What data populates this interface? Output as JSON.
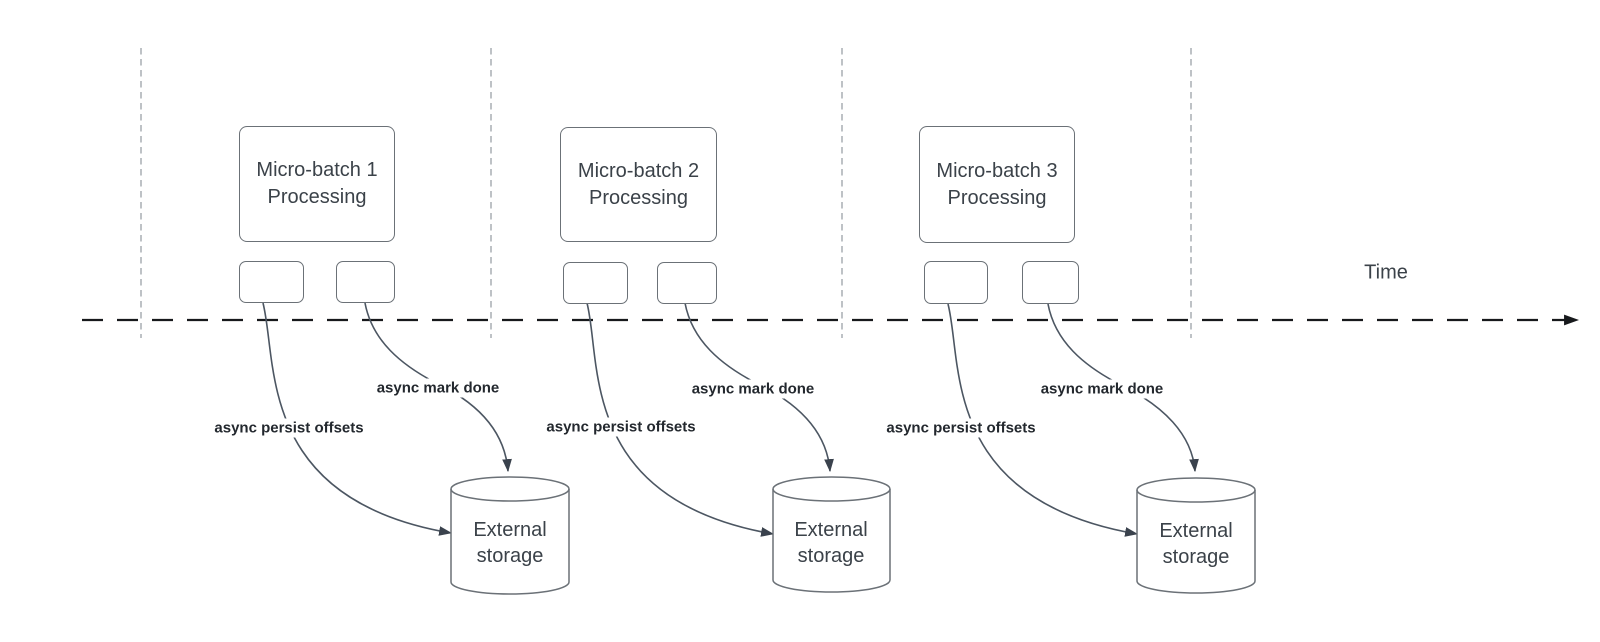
{
  "timeline": {
    "label": "Time"
  },
  "groups": [
    {
      "box_line1": "Micro-batch 1",
      "box_line2": "Processing",
      "persist_label": "async persist offsets",
      "mark_label": "async mark done",
      "storage_line1": "External",
      "storage_line2": "storage"
    },
    {
      "box_line1": "Micro-batch 2",
      "box_line2": "Processing",
      "persist_label": "async persist offsets",
      "mark_label": "async mark done",
      "storage_line1": "External",
      "storage_line2": "storage"
    },
    {
      "box_line1": "Micro-batch 3",
      "box_line2": "Processing",
      "persist_label": "async persist offsets",
      "mark_label": "async mark done",
      "storage_line1": "External",
      "storage_line2": "storage"
    }
  ],
  "colors": {
    "connector": "#4c5662",
    "arrowhead": "#3a424d",
    "timeline": "#17191c",
    "guide": "#b3b7bc",
    "shape_border": "#6b7177",
    "shape_fill": "#ffffff",
    "box_text": "#3b4249",
    "label_text": "#23282e"
  }
}
